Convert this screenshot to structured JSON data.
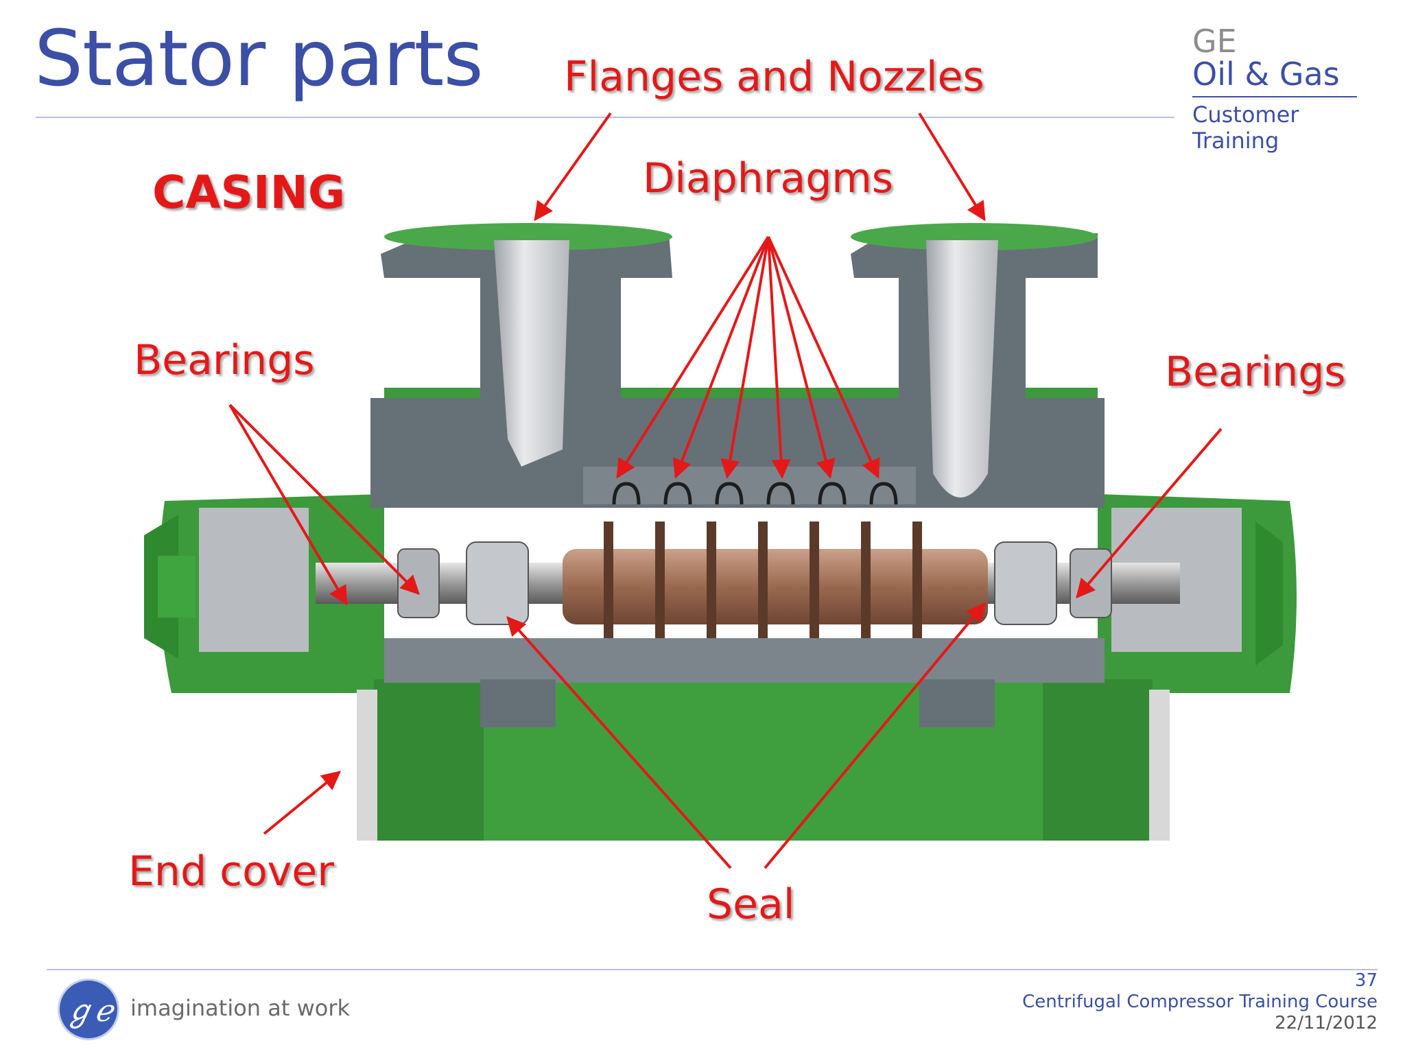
{
  "slide": {
    "title": "Stator parts",
    "brand": {
      "line1": "GE",
      "line2": "Oil & Gas",
      "line3": "Customer Training"
    },
    "callouts": {
      "casing": "CASING",
      "flanges": "Flanges and Nozzles",
      "diaphragms": "Diaphragms",
      "bearings_left": "Bearings",
      "bearings_right": "Bearings",
      "end_cover": "End cover",
      "seal": "Seal"
    },
    "footer": {
      "tagline": "imagination at work",
      "page_number": "37",
      "course": "Centrifugal Compressor Training Course",
      "date": "22/11/2012"
    },
    "colors": {
      "title": "#3b4fa6",
      "callout": "#e51818",
      "casing_green": "#3c9a3c",
      "cut_gray": "#667077"
    }
  }
}
